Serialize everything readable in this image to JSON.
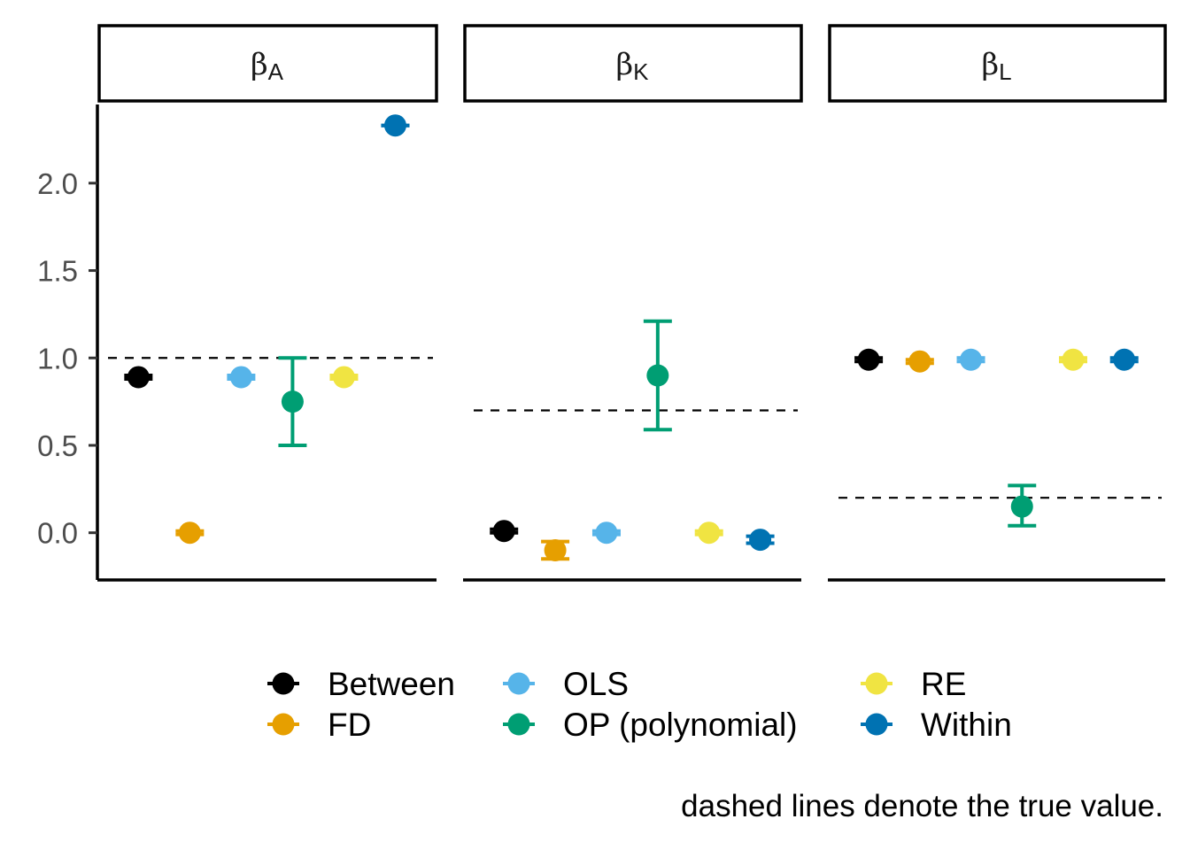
{
  "chart_data": {
    "type": "scatter",
    "subtype": "point-range faceted",
    "facets": [
      {
        "id": "A",
        "symbol": "β",
        "subscript": "A",
        "true_value": 1.0
      },
      {
        "id": "K",
        "symbol": "β",
        "subscript": "K",
        "true_value": 0.7
      },
      {
        "id": "L",
        "symbol": "β",
        "subscript": "L",
        "true_value": 0.2
      }
    ],
    "ylim": [
      -0.27,
      2.45
    ],
    "yticks": [
      0.0,
      0.5,
      1.0,
      1.5,
      2.0
    ],
    "ytick_labels": [
      "0.0",
      "0.5",
      "1.0",
      "1.5",
      "2.0"
    ],
    "grid": false,
    "legend_position": "bottom",
    "series": [
      {
        "name": "Between",
        "color": "#000000",
        "points": {
          "A": {
            "est": 0.89,
            "lo": 0.88,
            "hi": 0.9
          },
          "K": {
            "est": 0.01,
            "lo": 0.0,
            "hi": 0.02
          },
          "L": {
            "est": 0.99,
            "lo": 0.98,
            "hi": 1.0
          }
        }
      },
      {
        "name": "FD",
        "color": "#E69F00",
        "points": {
          "A": {
            "est": 0.0,
            "lo": -0.01,
            "hi": 0.01
          },
          "K": {
            "est": -0.1,
            "lo": -0.15,
            "hi": -0.05
          },
          "L": {
            "est": 0.98,
            "lo": 0.97,
            "hi": 0.99
          }
        }
      },
      {
        "name": "OLS",
        "color": "#56B4E9",
        "points": {
          "A": {
            "est": 0.89,
            "lo": 0.88,
            "hi": 0.9
          },
          "K": {
            "est": 0.0,
            "lo": -0.01,
            "hi": 0.01
          },
          "L": {
            "est": 0.99,
            "lo": 0.98,
            "hi": 1.0
          }
        }
      },
      {
        "name": "OP (polynomial)",
        "color": "#009E73",
        "points": {
          "A": {
            "est": 0.75,
            "lo": 0.5,
            "hi": 1.0
          },
          "K": {
            "est": 0.9,
            "lo": 0.59,
            "hi": 1.21
          },
          "L": {
            "est": 0.15,
            "lo": 0.04,
            "hi": 0.27
          }
        }
      },
      {
        "name": "RE",
        "color": "#F0E442",
        "points": {
          "A": {
            "est": 0.89,
            "lo": 0.88,
            "hi": 0.9
          },
          "K": {
            "est": 0.0,
            "lo": -0.01,
            "hi": 0.01
          },
          "L": {
            "est": 0.99,
            "lo": 0.98,
            "hi": 1.0
          }
        }
      },
      {
        "name": "Within",
        "color": "#0072B2",
        "points": {
          "A": {
            "est": 2.33,
            "lo": 2.33,
            "hi": 2.33
          },
          "K": {
            "est": -0.04,
            "lo": -0.06,
            "hi": -0.02
          },
          "L": {
            "est": 0.99,
            "lo": 0.98,
            "hi": 1.0
          }
        }
      }
    ],
    "caption": "dashed lines denote the true value."
  }
}
